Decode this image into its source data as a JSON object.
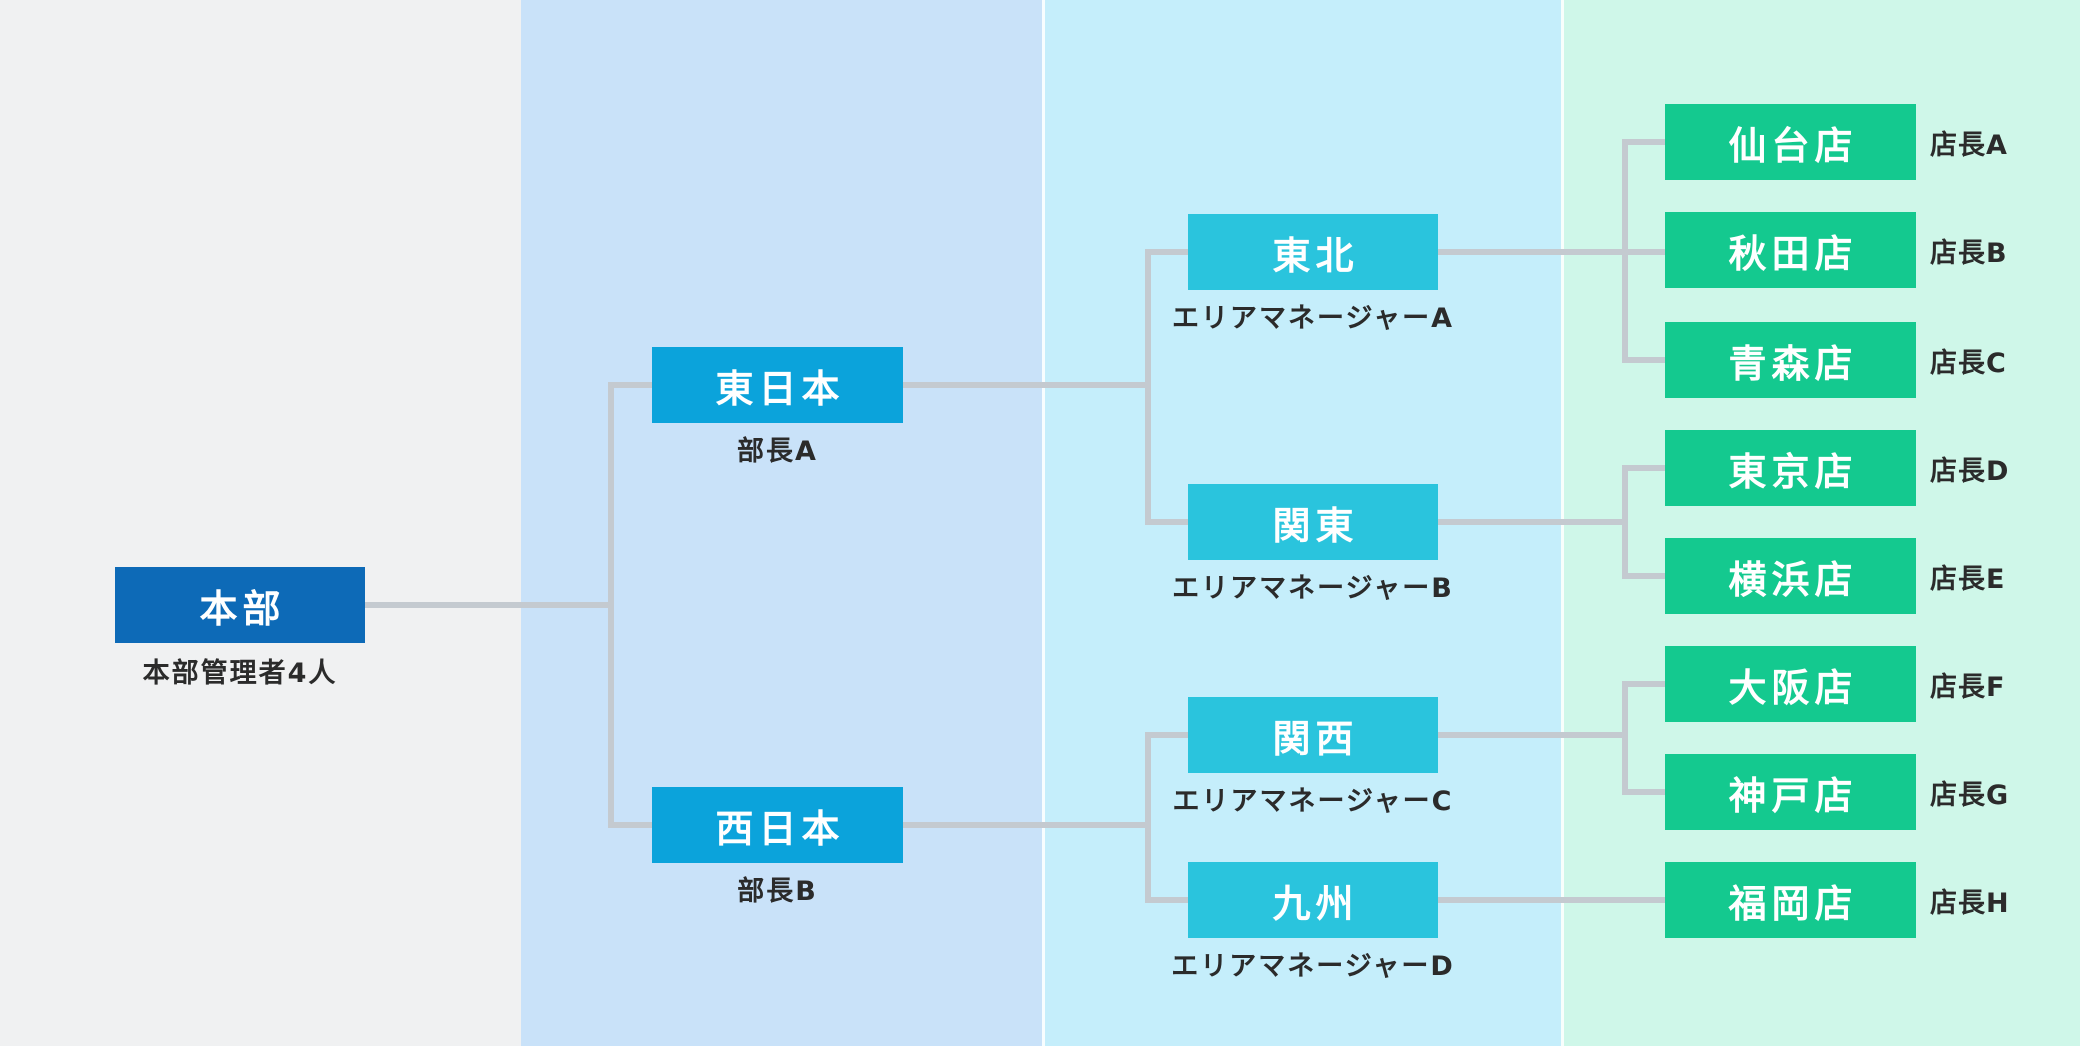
{
  "palette": {
    "col1_bg": "#F0F1F2",
    "col2_bg": "#C9E2F9",
    "col3_bg": "#C5EEFB",
    "col4_bg": "#CFF7E9",
    "hq_box": "#0D6AB7",
    "region_box": "#0BA3DB",
    "area_box": "#2AC4DD",
    "store_box": "#14C98F",
    "connector": "#C4CAD0",
    "box_text": "#FFFFFF",
    "label_text": "#2B2B2B"
  },
  "org": {
    "hq": {
      "name": "本部",
      "label": "本部管理者4人"
    },
    "regions": [
      {
        "name": "東日本",
        "label": "部長A"
      },
      {
        "name": "西日本",
        "label": "部長B"
      }
    ],
    "areas": [
      {
        "name": "東北",
        "label": "エリアマネージャーA"
      },
      {
        "name": "関東",
        "label": "エリアマネージャーB"
      },
      {
        "name": "関西",
        "label": "エリアマネージャーC"
      },
      {
        "name": "九州",
        "label": "エリアマネージャーD"
      }
    ],
    "stores": [
      {
        "name": "仙台店",
        "label": "店長A"
      },
      {
        "name": "秋田店",
        "label": "店長B"
      },
      {
        "name": "青森店",
        "label": "店長C"
      },
      {
        "name": "東京店",
        "label": "店長D"
      },
      {
        "name": "横浜店",
        "label": "店長E"
      },
      {
        "name": "大阪店",
        "label": "店長F"
      },
      {
        "name": "神戸店",
        "label": "店長G"
      },
      {
        "name": "福岡店",
        "label": "店長H"
      }
    ]
  }
}
